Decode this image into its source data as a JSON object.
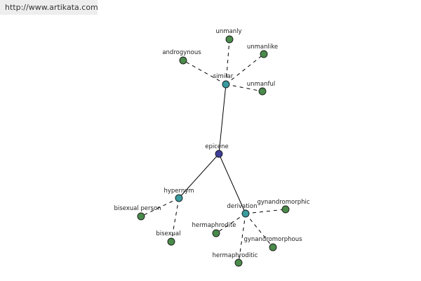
{
  "url": "http://www.artikata.com",
  "colors": {
    "center": "#3d3f99",
    "relation": "#3a9a9e",
    "leaf": "#4a8a4a"
  },
  "nodes": {
    "epicene": {
      "label": "epicene",
      "type": "center"
    },
    "similar": {
      "label": "similar",
      "type": "relation"
    },
    "hypernym": {
      "label": "hypernym",
      "type": "relation"
    },
    "derivation": {
      "label": "derivation",
      "type": "relation"
    },
    "unmanly": {
      "label": "unmanly",
      "type": "leaf"
    },
    "unmanlike": {
      "label": "unmanlike",
      "type": "leaf"
    },
    "androgynous": {
      "label": "androgynous",
      "type": "leaf"
    },
    "unmanful": {
      "label": "unmanful",
      "type": "leaf"
    },
    "bisexual_person": {
      "label": "bisexual person",
      "type": "leaf"
    },
    "bisexual": {
      "label": "bisexual",
      "type": "leaf"
    },
    "gynandromorphic": {
      "label": "gynandromorphic",
      "type": "leaf"
    },
    "hermaphrodite": {
      "label": "hermaphrodite",
      "type": "leaf"
    },
    "gynandromorphous": {
      "label": "gynandromorphous",
      "type": "leaf"
    },
    "hermaphroditic": {
      "label": "hermaphroditic",
      "type": "leaf"
    }
  },
  "edges": [
    {
      "from": "epicene",
      "to": "similar",
      "style": "solid"
    },
    {
      "from": "epicene",
      "to": "hypernym",
      "style": "solid"
    },
    {
      "from": "epicene",
      "to": "derivation",
      "style": "solid"
    },
    {
      "from": "similar",
      "to": "unmanly",
      "style": "dashed"
    },
    {
      "from": "similar",
      "to": "unmanlike",
      "style": "dashed"
    },
    {
      "from": "similar",
      "to": "androgynous",
      "style": "dashed"
    },
    {
      "from": "similar",
      "to": "unmanful",
      "style": "dashed"
    },
    {
      "from": "hypernym",
      "to": "bisexual_person",
      "style": "dashed"
    },
    {
      "from": "hypernym",
      "to": "bisexual",
      "style": "dashed"
    },
    {
      "from": "derivation",
      "to": "gynandromorphic",
      "style": "dashed"
    },
    {
      "from": "derivation",
      "to": "hermaphrodite",
      "style": "dashed"
    },
    {
      "from": "derivation",
      "to": "gynandromorphous",
      "style": "dashed"
    },
    {
      "from": "derivation",
      "to": "hermaphroditic",
      "style": "dashed"
    }
  ]
}
